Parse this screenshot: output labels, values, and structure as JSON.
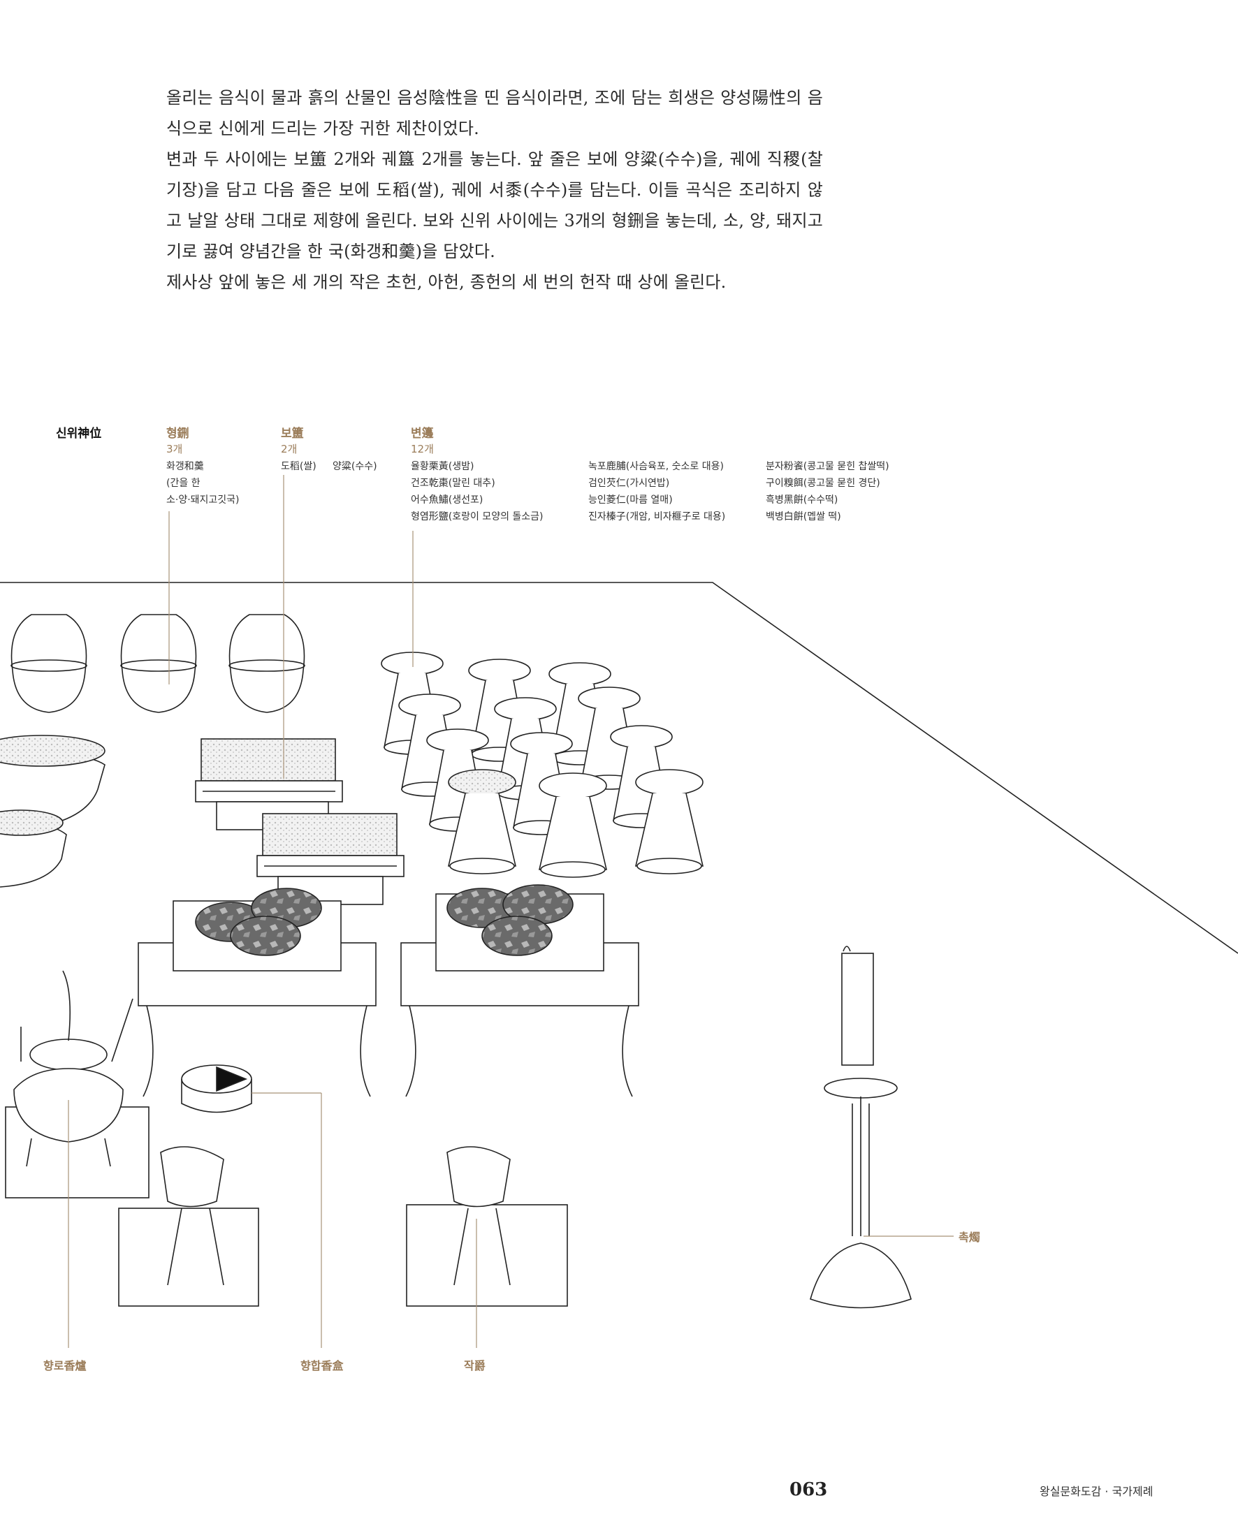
{
  "body_text": [
    "올리는 음식이 물과 흙의 산물인 음성陰性을 띤 음식이라면, 조에 담는 희생은 양성陽性의 음식으로 신에게 드리는 가장 귀한 제찬이었다.",
    "변과 두 사이에는 보簠 2개와 궤簋 2개를 놓는다. 앞 줄은 보에 양粱(수수)을, 궤에 직稷(찰기장)을 담고 다음 줄은 보에 도稻(쌀), 궤에 서黍(수수)를 담는다. 이들 곡식은 조리하지 않고 날알 상태 그대로 제향에 올린다. 보와 신위 사이에는 3개의 형鉶을 놓는데, 소, 양, 돼지고기로 끓여 양념간을 한 국(화갱和羹)을 담았다.",
    "제사상 앞에 놓은 세 개의 작은 초헌, 아헌, 종헌의 세 번의 헌작 때 상에 올린다."
  ],
  "labels": {
    "sinwi": "신위神位",
    "hyeong": {
      "title": "형鉶",
      "count": "3개",
      "items": [
        "화갱和羹",
        "(간을 한",
        "소·양·돼지고깃국)"
      ]
    },
    "bo": {
      "title": "보簠",
      "count": "2개",
      "items": [
        "도稻(쌀)",
        "양粱(수수)"
      ]
    },
    "byeon": {
      "title": "변籩",
      "count": "12개",
      "col1": [
        "율황栗黃(생밤)",
        "건조乾棗(말린 대추)",
        "어수魚鱐(생선포)",
        "형염形鹽(호랑이 모양의 돌소금)"
      ],
      "col2": [
        "녹포鹿脯(사슴육포, 숫소로 대용)",
        "검인芡仁(가시연밥)",
        "능인菱仁(마름 열매)",
        "진자榛子(개암, 비자榧子로 대용)"
      ],
      "col3": [
        "분자粉餈(콩고물 묻힌 찹쌀떡)",
        "구이糗餌(콩고물 묻힌 경단)",
        "흑병黑餠(수수떡)",
        "백병白餠(멥쌀 떡)"
      ]
    },
    "chok": "촉燭",
    "hyangno": "향로香爐",
    "hyanghap": "향합香盒",
    "jak": "작爵"
  },
  "footer": {
    "page_number": "063",
    "running_title": "왕실문화도감 · 국가제례"
  },
  "colors": {
    "accent": "#9b7d5a",
    "text": "#2a2a2a",
    "line": "#222222",
    "leader": "#a89277"
  }
}
